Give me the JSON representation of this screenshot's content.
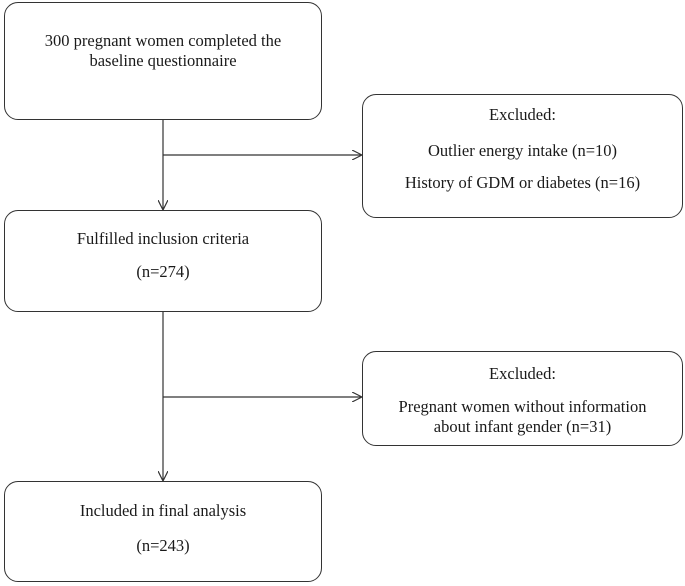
{
  "boxes": {
    "start": {
      "lines": [
        "300 pregnant women completed the",
        "baseline questionnaire"
      ]
    },
    "excluded_1": {
      "title": "Excluded:",
      "lines": [
        "Outlier energy intake (n=10)",
        "History of GDM or diabetes (n=16)"
      ]
    },
    "inclusion": {
      "title": "Fulfilled inclusion criteria",
      "count": "(n=274)"
    },
    "excluded_2": {
      "title": "Excluded:",
      "lines": [
        "Pregnant women without information",
        "about infant gender (n=31)"
      ]
    },
    "final": {
      "title": "Included in final analysis",
      "count": "(n=243)"
    }
  },
  "colors": {
    "border": "#333333",
    "text": "#1a1a1a",
    "background": "#ffffff"
  }
}
